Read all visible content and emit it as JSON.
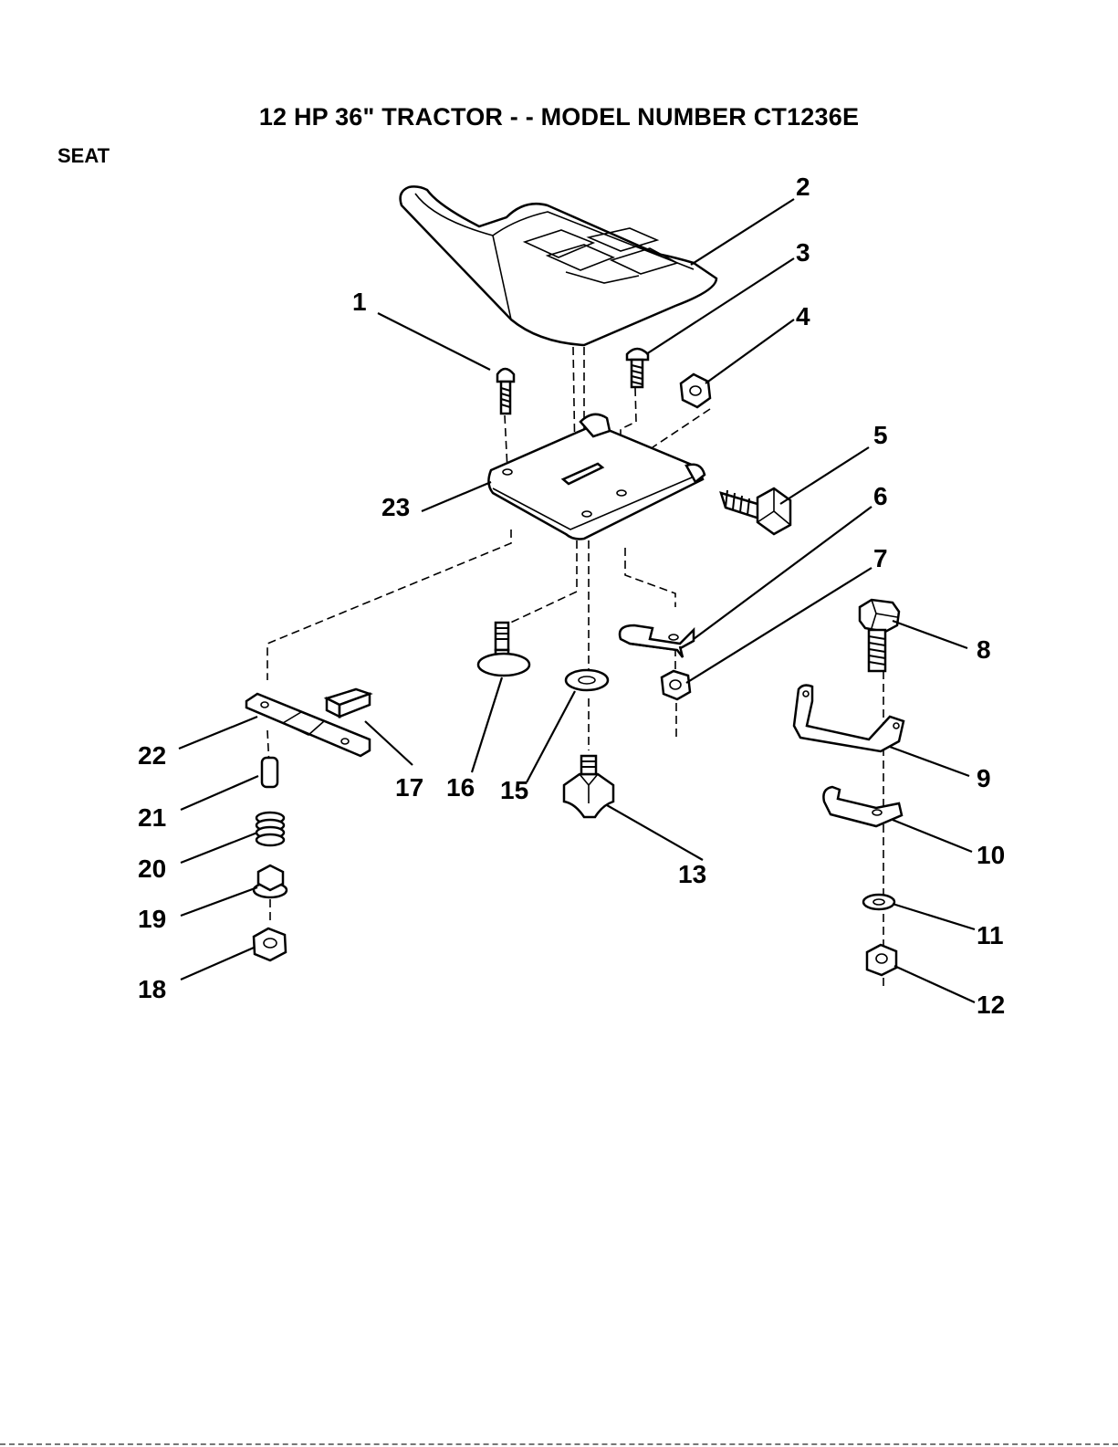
{
  "header": {
    "title": "12 HP 36\" TRACTOR - - MODEL NUMBER CT1236E",
    "section": "SEAT"
  },
  "callouts": [
    {
      "id": "1",
      "label": "1"
    },
    {
      "id": "2",
      "label": "2"
    },
    {
      "id": "3",
      "label": "3"
    },
    {
      "id": "4",
      "label": "4"
    },
    {
      "id": "5",
      "label": "5"
    },
    {
      "id": "6",
      "label": "6"
    },
    {
      "id": "7",
      "label": "7"
    },
    {
      "id": "8",
      "label": "8"
    },
    {
      "id": "9",
      "label": "9"
    },
    {
      "id": "10",
      "label": "10"
    },
    {
      "id": "11",
      "label": "11"
    },
    {
      "id": "12",
      "label": "12"
    },
    {
      "id": "13",
      "label": "13"
    },
    {
      "id": "15",
      "label": "15"
    },
    {
      "id": "16",
      "label": "16"
    },
    {
      "id": "17",
      "label": "17"
    },
    {
      "id": "18",
      "label": "18"
    },
    {
      "id": "19",
      "label": "19"
    },
    {
      "id": "20",
      "label": "20"
    },
    {
      "id": "21",
      "label": "21"
    },
    {
      "id": "22",
      "label": "22"
    },
    {
      "id": "23",
      "label": "23"
    }
  ]
}
